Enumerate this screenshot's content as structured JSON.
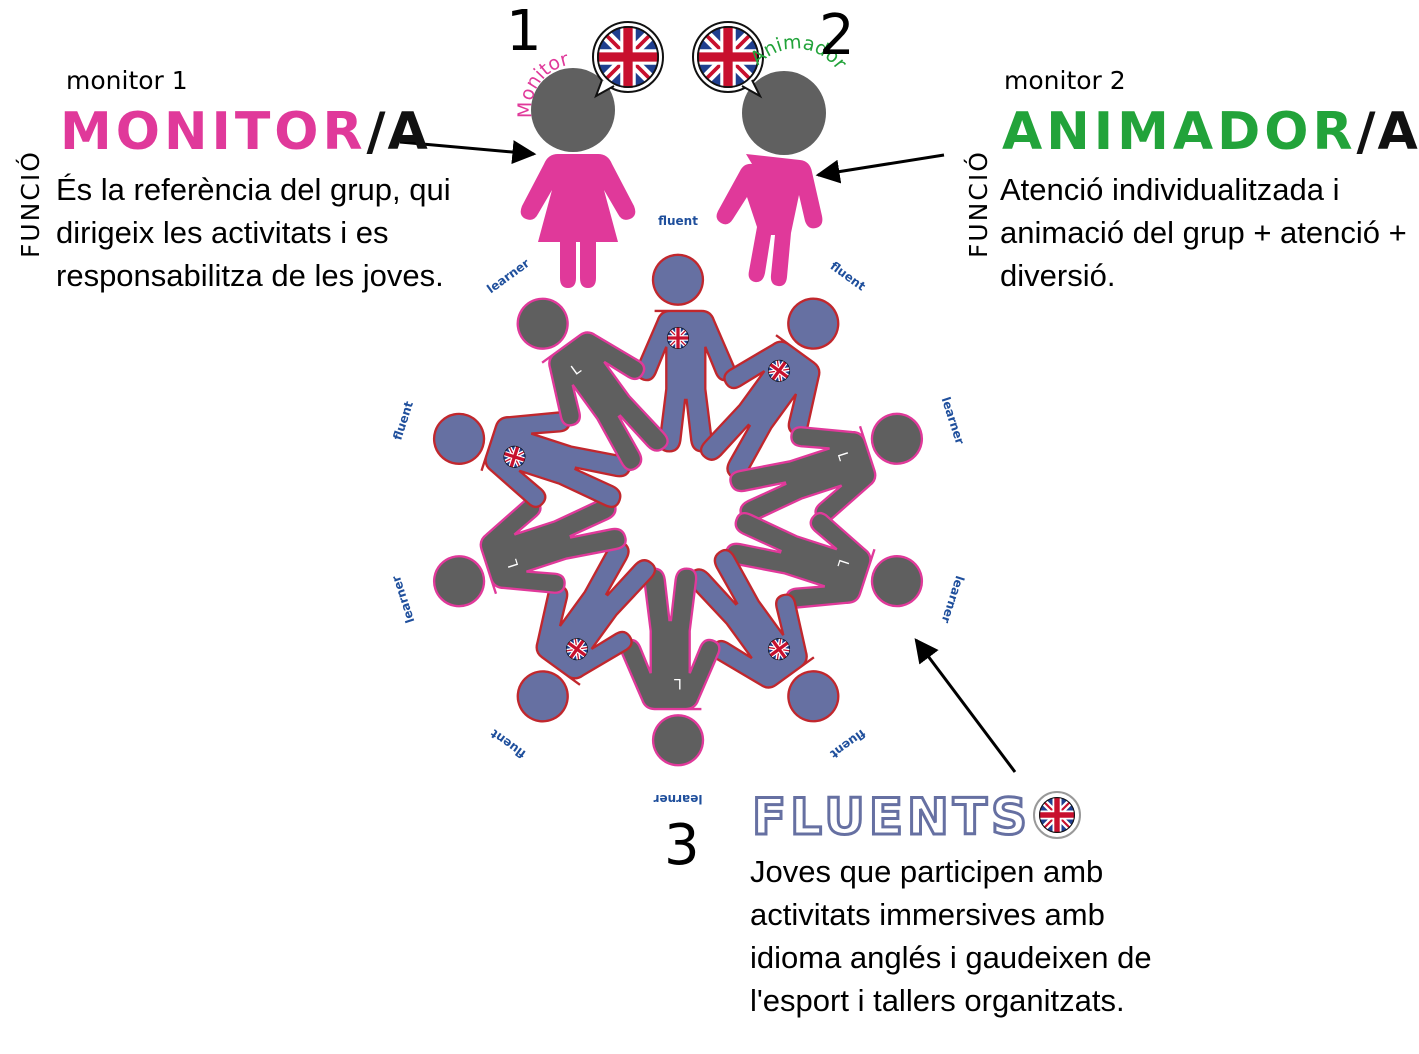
{
  "colors": {
    "monitor": "#e0399a",
    "animador": "#22a33a",
    "learner": "#5f5f5f",
    "fluent": "#6670a2",
    "fluent_outline": "#c1272d",
    "ring_outline": "#e0399a",
    "label_blue": "#1f4f9c"
  },
  "numbers": {
    "one": "1",
    "two": "2",
    "three": "3"
  },
  "monitor": {
    "small_label": "monitor 1",
    "title": "MONITOR",
    "suffix": "/A",
    "funcio": "FUNCIÓ",
    "description": "És la referència del grup, qui dirigeix les activitats i es responsabilitza de les joves.",
    "arc_label": "Monitor"
  },
  "animador": {
    "small_label": "monitor 2",
    "title": "ANIMADOR",
    "suffix": "/A",
    "funcio": "FUNCIÓ",
    "description": "Atenció individualitzada i animació del grup + atenció + diversió.",
    "arc_label": "Animador"
  },
  "fluents": {
    "title": "FLUENTS",
    "description": "Joves que participen amb activitats immersives amb idioma anglés i gaudeixen de l'esport i tallers organitzats."
  },
  "ring": {
    "people": [
      {
        "type": "fluent",
        "label": "fluent"
      },
      {
        "type": "fluent",
        "label": "fluent"
      },
      {
        "type": "learner",
        "label": "learner"
      },
      {
        "type": "learner",
        "label": "learner"
      },
      {
        "type": "fluent",
        "label": "fluent"
      },
      {
        "type": "learner",
        "label": "learner"
      },
      {
        "type": "fluent",
        "label": "fluent"
      },
      {
        "type": "learner",
        "label": "learner"
      },
      {
        "type": "fluent",
        "label": "fluent"
      },
      {
        "type": "learner",
        "label": "learner"
      }
    ]
  },
  "icons": [
    "uk-flag-icon",
    "speech-bubble-icon",
    "person-icon",
    "arrow-icon"
  ]
}
